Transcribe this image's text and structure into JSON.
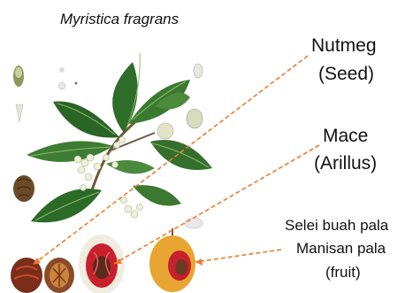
{
  "title": "Myristica fragrans",
  "labels": {
    "nutmeg": {
      "name": "Nutmeg",
      "note": "(Seed)"
    },
    "mace": {
      "name": "Mace",
      "note": "(Arillus)"
    },
    "fruit": {
      "line1": "Selei buah pala",
      "line2": "Manisan pala",
      "note": "(fruit)"
    }
  },
  "colors": {
    "pointer": "#ee7b2c",
    "leaf": "#2f6e2a",
    "leaf_light": "#6ea548",
    "mace_red": "#c8202c",
    "fruit_yellow": "#e8a532",
    "seed_brown": "#6b3a22"
  }
}
